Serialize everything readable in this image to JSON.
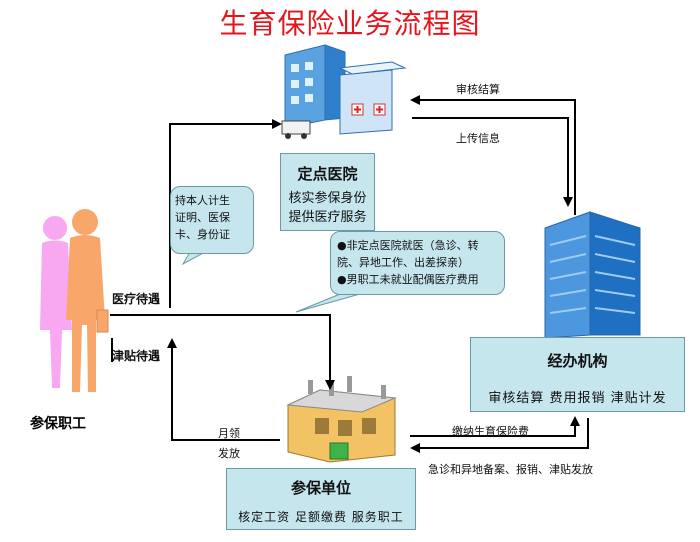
{
  "title": "生育保险业务流程图",
  "hospital": {
    "title": "定点医院",
    "line1": "核实参保身份",
    "line2": "提供医疗服务"
  },
  "agency": {
    "title": "经办机构",
    "desc": "审核结算  费用报销  津贴计发"
  },
  "unit": {
    "title": "参保单位",
    "desc": "核定工资  足额缴费  服务职工"
  },
  "worker": {
    "label": "参保职工"
  },
  "bubble_docs": {
    "line1": "持本人计生",
    "line2": "证明、医保",
    "line3": "卡、身份证"
  },
  "bubble_notes": {
    "line1": "●非定点医院就医（急诊、转",
    "line2": "院、异地工作、出差探亲）",
    "line3": "●男职工未就业配偶医疗费用"
  },
  "labels": {
    "audit_settle": "审核结算",
    "upload_info": "上传信息",
    "medical": "医疗待遇",
    "allowance": "津贴待遇",
    "monthly": "月领",
    "distribute": "发放",
    "pay_fee": "缴纳生育保险费",
    "emergency": "急诊和异地备案、报销、津贴发放"
  },
  "colors": {
    "title": "#e8141b",
    "box_fill": "#c6e6ee",
    "arrow": "#000000",
    "worker_pink": "#f7a8f0",
    "worker_orange": "#f9a66a"
  }
}
